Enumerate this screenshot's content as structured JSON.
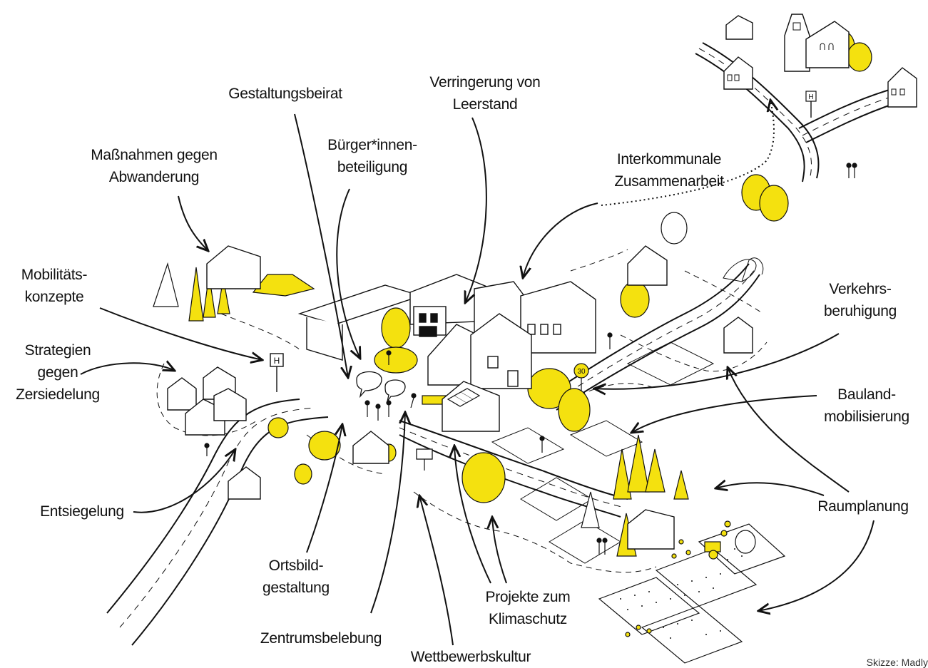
{
  "labels": {
    "massnahmen": "Maßnahmen gegen\nAbwanderung",
    "gestaltungsbeirat": "Gestaltungsbeirat",
    "verringerung": "Verringerung von\nLeerstand",
    "buerger": "Bürger*innen-\nbeteiligung",
    "interkommunal": "Interkommunale\nZusammenarbeit",
    "mobilitaet": "Mobilitäts-\nkonzepte",
    "strategien": "Strategien\ngegen\nZersiedelung",
    "verkehrsberuhigung": "Verkehrs-\nberuhigung",
    "bauland": "Bauland-\nmobilisierung",
    "entsiegelung": "Entsiegelung",
    "raumplanung": "Raumplanung",
    "ortsbild": "Ortsbild-\ngestaltung",
    "projekte": "Projekte zum\nKlimaschutz",
    "zentrumsbelebung": "Zentrumsbelebung",
    "wettbewerb": "Wettbewerbskultur"
  },
  "signs": {
    "bus_stop": "H",
    "speed_limit": "30"
  },
  "credit": "Skizze: Madly",
  "colors": {
    "ink": "#111111",
    "accent_yellow": "#f4e10f",
    "background": "#ffffff"
  }
}
